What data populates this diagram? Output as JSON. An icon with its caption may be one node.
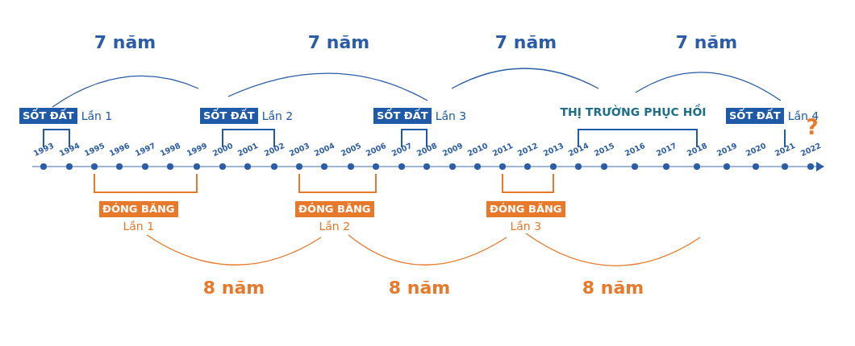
{
  "diagram": {
    "nodes": [
      {
        "text": [
          "SỐT ĐẤT"
        ],
        "beside": [
          "Lần 1"
        ]
      },
      {
        "text": [
          "SỐT ĐẤT"
        ],
        "beside": [
          "Lần 2"
        ]
      },
      {
        "text": [
          "SỐT ĐẤT"
        ],
        "beside": [
          "Lần 3"
        ]
      },
      {
        "text": [
          "SỐT ĐẤT"
        ],
        "beside": [
          "Lần 4"
        ]
      },
      {
        "text": [
          "ĐÓNG BĂNG"
        ],
        "beside": [
          "Lần 1"
        ]
      },
      {
        "text": [
          "ĐÓNG BĂNG"
        ],
        "beside": [
          "Lần 2"
        ]
      },
      {
        "text": [
          "ĐÓNG BĂNG"
        ],
        "beside": [
          "Lần 3"
        ]
      }
    ],
    "labels": [
      "7 năm",
      "7 năm",
      "7 năm",
      "7 năm",
      "THỊ TRƯỜNG PHỤC HỒI",
      "?",
      "1993",
      "1994",
      "1995",
      "1996",
      "1997",
      "1998",
      "1999",
      "2000",
      "2001",
      "2002",
      "2003",
      "2004",
      "2005",
      "2006",
      "2007",
      "2008",
      "2009",
      "2010",
      "2011",
      "2012",
      "2013",
      "2014",
      "2015",
      "2016",
      "2017",
      "2018",
      "2019",
      "2020",
      "2021",
      "2022",
      "8 năm",
      "8 năm",
      "8 năm"
    ]
  }
}
